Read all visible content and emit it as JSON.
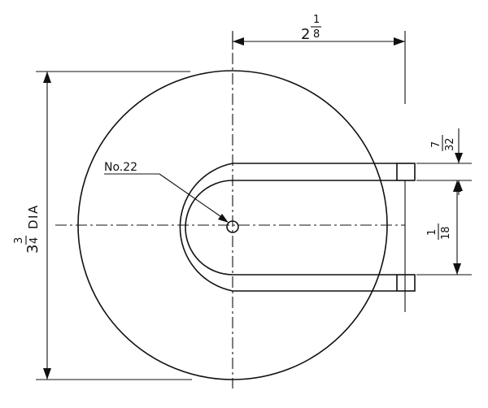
{
  "dimensions": {
    "width_dim": {
      "whole": "2",
      "num": "1",
      "den": "8"
    },
    "diameter_dim": {
      "whole": "3",
      "num": "3",
      "den": "4",
      "suffix": "DIA"
    },
    "wire_dim": {
      "num": "7",
      "den": "32"
    },
    "gap_dim": {
      "num": "1",
      "den": "18"
    }
  },
  "labels": {
    "hole": "No.22"
  }
}
